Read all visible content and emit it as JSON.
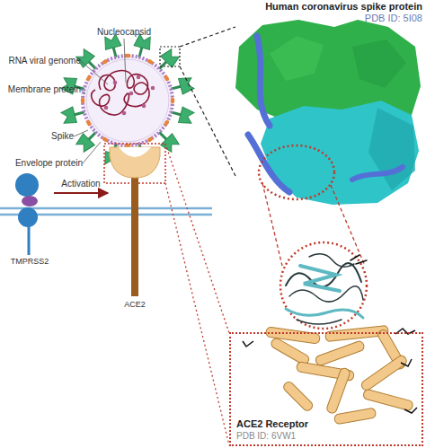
{
  "diagram": {
    "nodes": [
      {
        "text": [
          "Human coronavirus spike protein",
          "PDB ID: 5I08"
        ]
      },
      {
        "text": [
          "TMPRSS2"
        ]
      },
      {
        "text": [
          "ACE2"
        ]
      },
      {
        "text": [
          "ACE2 Receptor",
          "PDB ID: 6VW1"
        ]
      }
    ],
    "edges": [
      {
        "from": 1,
        "to": 2,
        "label": "Activation",
        "arrow": "to"
      }
    ],
    "labels": [
      "Nucleocapsid",
      "RNA viral genome",
      "Membrane protein",
      "Spike",
      "Envelope protein"
    ]
  }
}
